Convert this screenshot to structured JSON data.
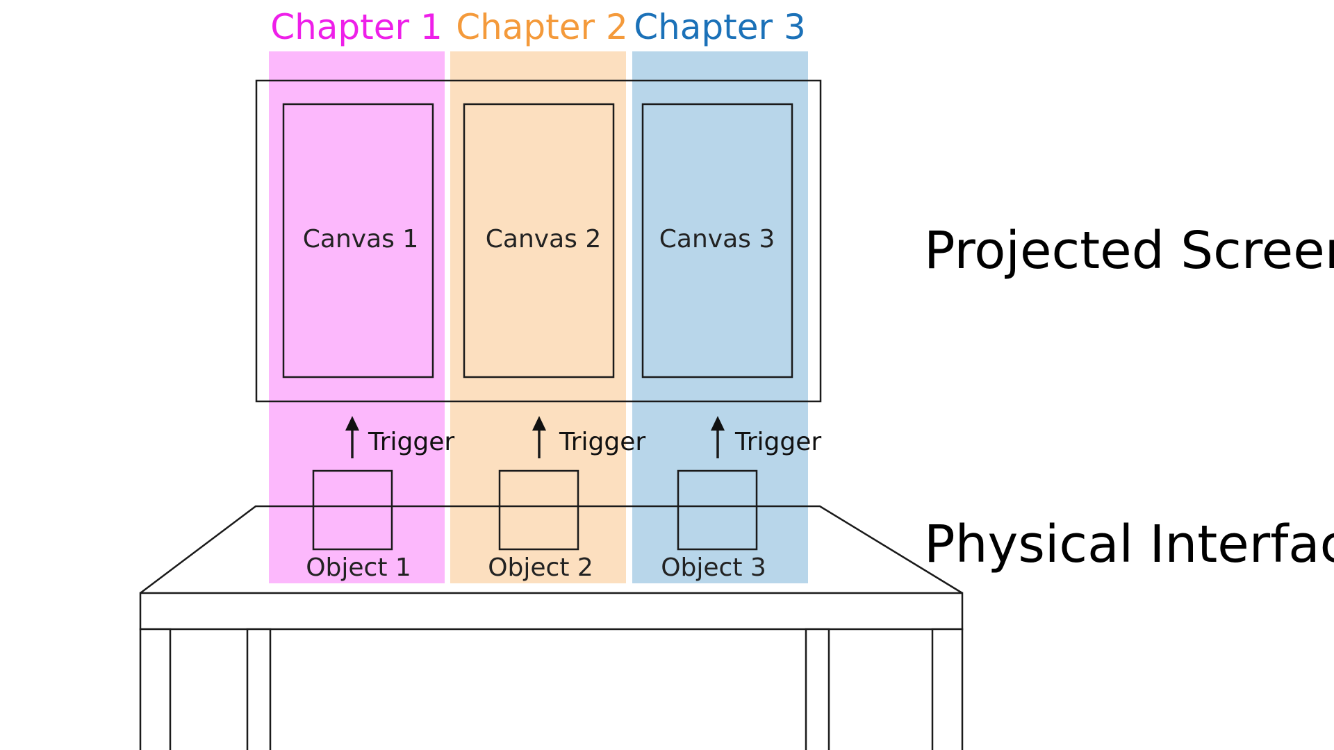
{
  "colors": {
    "chapter1_band": "#fcb8fc",
    "chapter2_band": "#fcdfbf",
    "chapter3_band": "#b8d6ea",
    "chapter1_title": "#ee1fe9",
    "chapter2_title": "#f49a3b",
    "chapter3_title": "#1b71b8",
    "chapter1_text": "#3a0b3a",
    "chapter2_text": "#3a2708",
    "chapter3_text": "#0c2a47",
    "stroke": "#1a1a1a"
  },
  "chapters": [
    {
      "title": "Chapter 1",
      "canvas": "Canvas 1",
      "object": "Object 1",
      "trigger": "Trigger"
    },
    {
      "title": "Chapter 2",
      "canvas": "Canvas 2",
      "object": "Object 2",
      "trigger": "Trigger"
    },
    {
      "title": "Chapter 3",
      "canvas": "Canvas 3",
      "object": "Object 3",
      "trigger": "Trigger"
    }
  ],
  "labels": {
    "projected_screen": "Projected Screen",
    "physical_interface": "Physical Interface"
  }
}
